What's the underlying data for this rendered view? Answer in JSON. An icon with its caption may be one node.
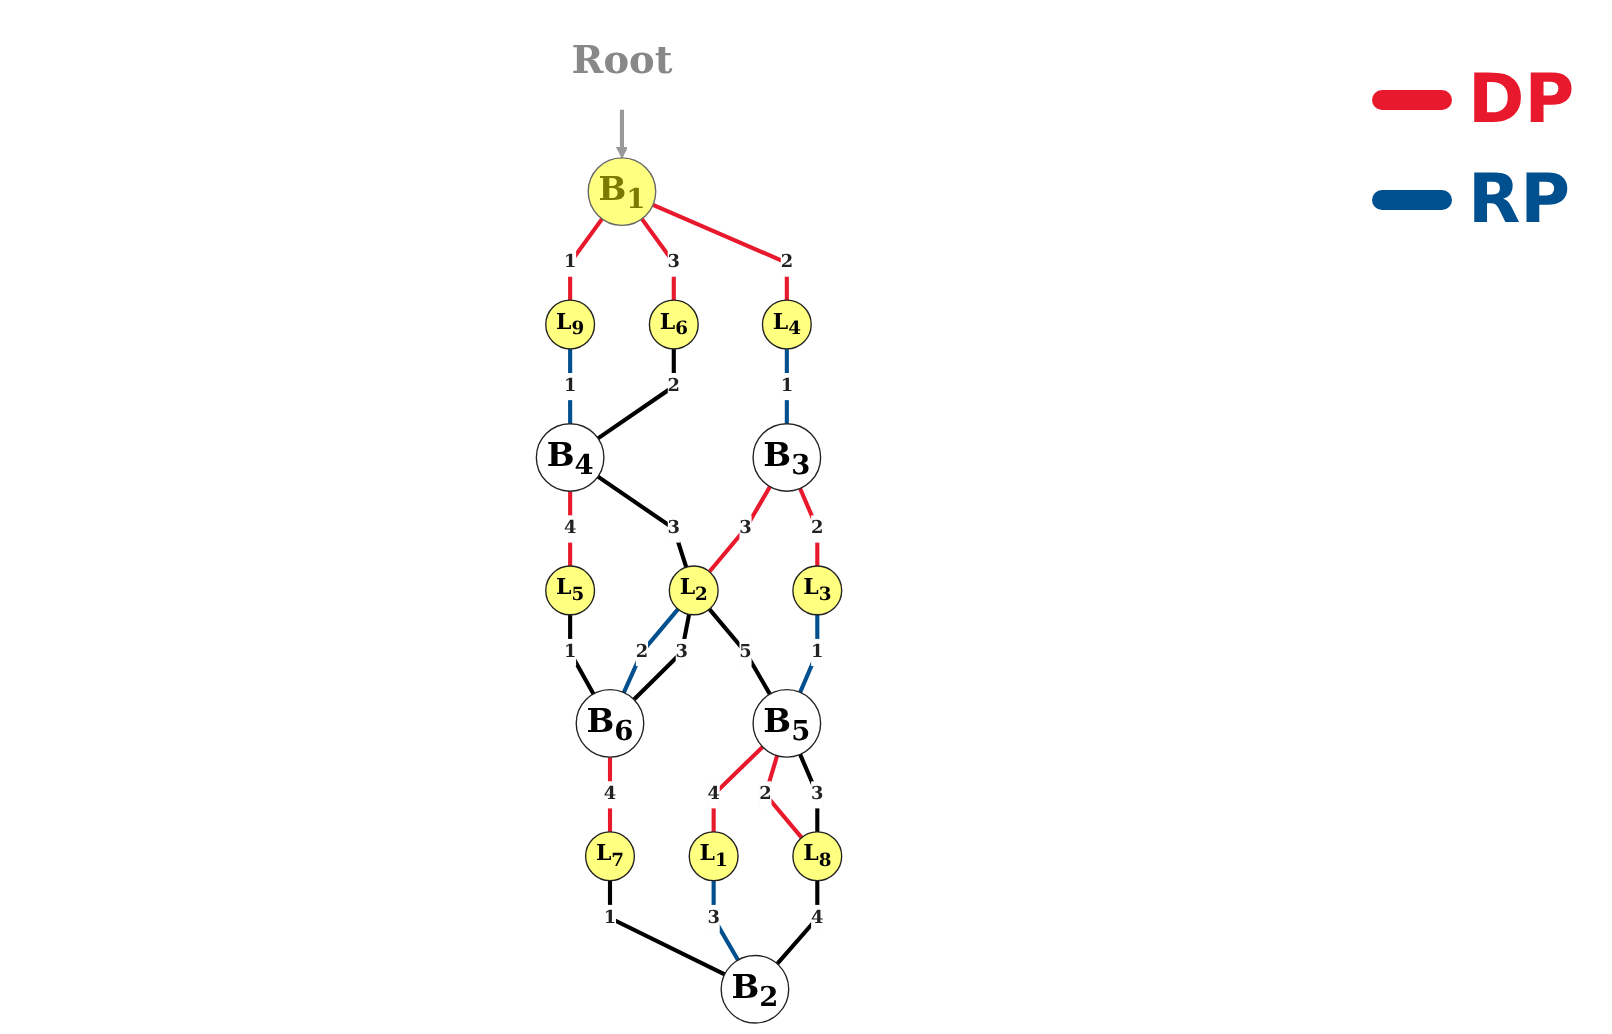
{
  "diagram": {
    "nodes": [
      {
        "text": [
          "Root"
        ]
      },
      {
        "text": [
          "B$_{1}$"
        ]
      },
      {
        "text": [
          "L$_{9}$"
        ]
      },
      {
        "text": [
          "L$_{6}$"
        ]
      },
      {
        "text": [
          "B$_{4}$"
        ]
      },
      {
        "text": [
          "L$_{4}$"
        ]
      },
      {
        "text": [
          "L$_{5}$"
        ]
      },
      {
        "text": [
          "B$_{3}$"
        ]
      },
      {
        "text": [
          "L$_{2}$"
        ]
      },
      {
        "text": [
          "B$_{6}$"
        ]
      },
      {
        "text": [
          "L$_{3}$"
        ]
      },
      {
        "text": [
          "L$_{7}$"
        ]
      },
      {
        "text": [
          "B$_{5}$"
        ]
      },
      {
        "text": [
          "L$_{1}$"
        ]
      },
      {
        "text": [
          "B$_{2}$"
        ]
      },
      {
        "text": [
          "L$_{8}$"
        ]
      }
    ],
    "edges": [
      {
        "from": 0,
        "to": 1,
        "arrow": "to",
        "color": "#999999"
      },
      {
        "from": 1,
        "to": 2,
        "arrow": "none",
        "label": "1",
        "color": "#e8192c"
      },
      {
        "from": 1,
        "to": 3,
        "arrow": "none",
        "label": "3",
        "color": "#e8192c"
      },
      {
        "from": 1,
        "to": 5,
        "arrow": "none",
        "label": "2",
        "color": "#e8192c"
      },
      {
        "from": 2,
        "to": 4,
        "arrow": "none",
        "label": "1",
        "color": "#004f8f"
      },
      {
        "from": 3,
        "to": 4,
        "arrow": "none",
        "label": "2",
        "color": "#000000"
      },
      {
        "from": 4,
        "to": 6,
        "arrow": "none",
        "label": "4",
        "color": "#e8192c"
      },
      {
        "from": 4,
        "to": 8,
        "arrow": "none",
        "label": "3",
        "color": "#000000"
      },
      {
        "from": 5,
        "to": 7,
        "arrow": "none",
        "label": "1",
        "color": "#004f8f"
      },
      {
        "from": 7,
        "to": 8,
        "arrow": "none",
        "label": "3",
        "color": "#e8192c"
      },
      {
        "from": 7,
        "to": 10,
        "arrow": "none",
        "label": "2",
        "color": "#e8192c"
      },
      {
        "from": 6,
        "to": 9,
        "arrow": "none",
        "label": "1",
        "color": "#000000"
      },
      {
        "from": 8,
        "to": 9,
        "arrow": "none",
        "label": "2",
        "color": "#004f8f"
      },
      {
        "from": 8,
        "to": 9,
        "arrow": "none",
        "label": "3",
        "color": "#000000"
      },
      {
        "from": 9,
        "to": 11,
        "arrow": "none",
        "label": "4",
        "color": "#e8192c"
      },
      {
        "from": 10,
        "to": 12,
        "arrow": "none",
        "label": "1",
        "color": "#004f8f"
      },
      {
        "from": 8,
        "to": 12,
        "arrow": "none",
        "label": "5",
        "color": "#000000"
      },
      {
        "from": 12,
        "to": 13,
        "arrow": "none",
        "label": "4",
        "color": "#e8192c"
      },
      {
        "from": 12,
        "to": 15,
        "arrow": "none",
        "label": "2",
        "color": "#e8192c"
      },
      {
        "from": 12,
        "to": 15,
        "arrow": "none",
        "label": "3",
        "color": "#000000"
      },
      {
        "from": 11,
        "to": 14,
        "arrow": "none",
        "label": "1",
        "color": "#000000"
      },
      {
        "from": 13,
        "to": 14,
        "arrow": "none",
        "label": "3",
        "color": "#004f8f"
      },
      {
        "from": 15,
        "to": 14,
        "arrow": "none",
        "label": "4",
        "color": "#000000"
      }
    ],
    "legend": [
      {
        "text": "DP",
        "color": "#e8192c"
      },
      {
        "text": "RP",
        "color": "#004f8f"
      }
    ]
  }
}
